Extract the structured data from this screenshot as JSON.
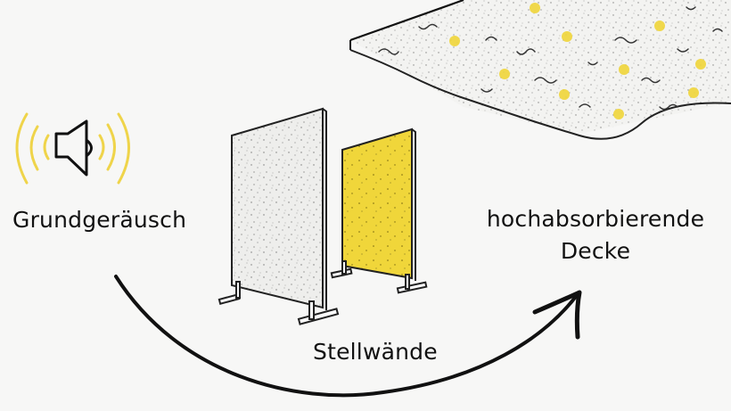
{
  "diagram": {
    "labels": {
      "noise": "Grundgeräusch",
      "ceiling_line1": "hochabsorbierende",
      "ceiling_line2": "Decke",
      "walls": "Stellwände"
    },
    "icons": {
      "speaker": "speaker-sound-waves-icon",
      "ceiling": "acoustic-ceiling-panel",
      "walls": "free-standing-partition-walls",
      "arrow": "curved-flow-arrow"
    },
    "colors": {
      "background": "#f7f7f6",
      "accent_yellow": "#f0d63a",
      "line": "#111111",
      "panel_gray": "#eeeeec"
    }
  }
}
